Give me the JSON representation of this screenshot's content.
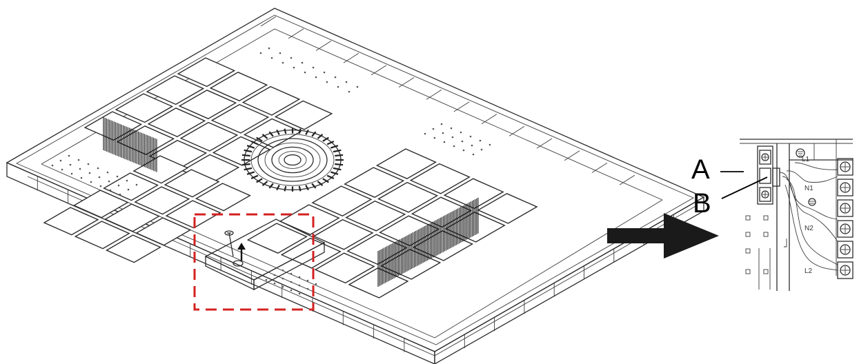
{
  "callouts": {
    "a": "A",
    "b": "B"
  },
  "terminals": {
    "l1": "L1",
    "n1": "N1",
    "n2": "N2",
    "l2": "L2"
  },
  "colors": {
    "highlight_box": "#d42020",
    "arrow": "#1a1a1a",
    "line_art": "#2b2b2b"
  },
  "icons": {
    "direction": "arrow-right-icon",
    "screw": "screw-icon",
    "ground": "ground-icon"
  }
}
